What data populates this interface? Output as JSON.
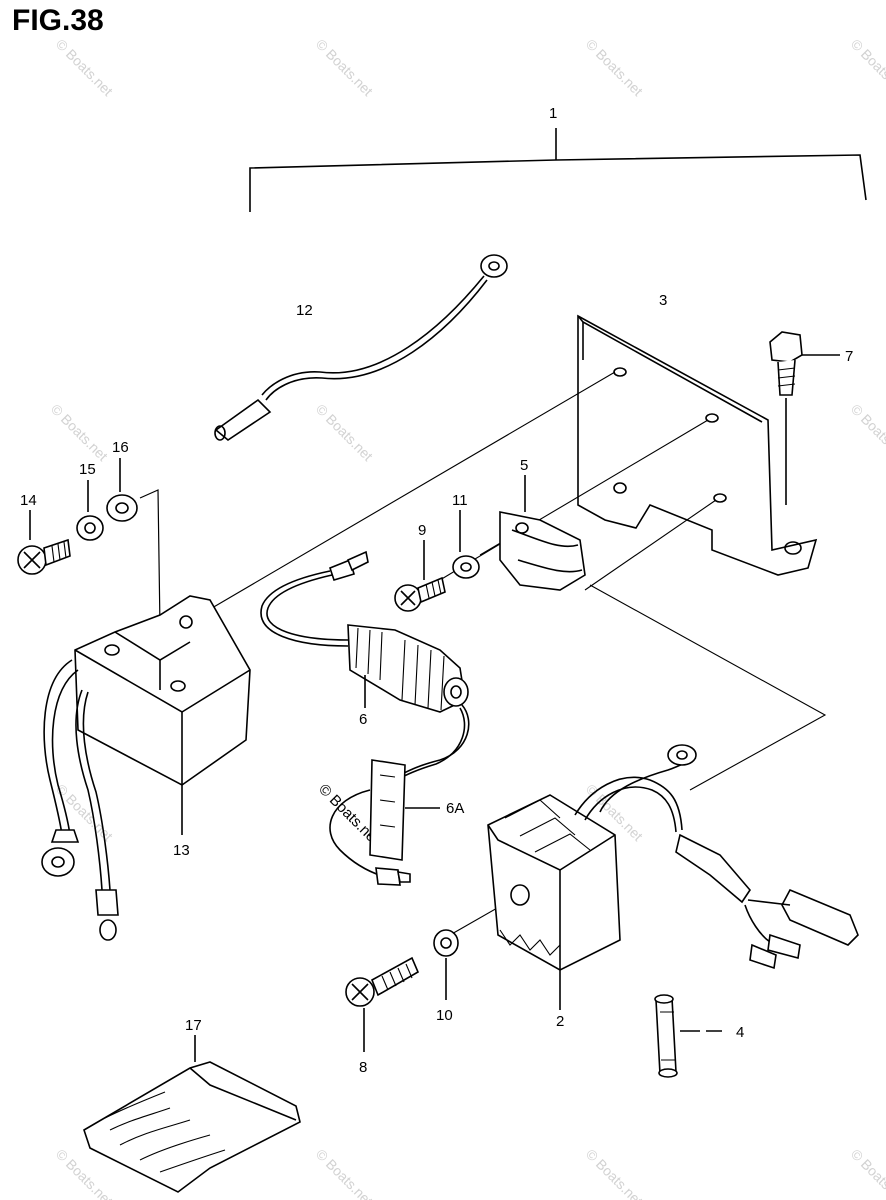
{
  "figure": {
    "title": "FIG.38"
  },
  "watermark": {
    "text": "© Boats.net"
  },
  "callouts": {
    "c1": "1",
    "c2": "2",
    "c3": "3",
    "c4": "4",
    "c5": "5",
    "c6": "6",
    "c6a": "6A",
    "c7": "7",
    "c8": "8",
    "c9": "9",
    "c10": "10",
    "c11": "11",
    "c12": "12",
    "c13": "13",
    "c14": "14",
    "c15": "15",
    "c16": "16",
    "c17": "17"
  }
}
